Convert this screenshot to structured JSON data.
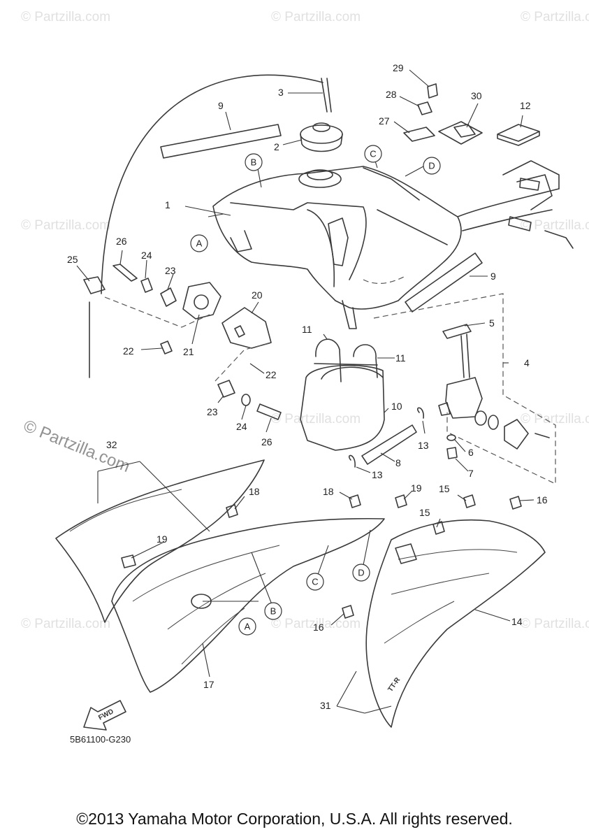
{
  "watermark": "© Partzilla.com",
  "diagram_code": "5B61100-G230",
  "fwd_label": "FWD",
  "copyright": "©2013 Yamaha Motor Corporation, U.S.A. All rights reserved.",
  "callouts": {
    "n1": "1",
    "n2": "2",
    "n3": "3",
    "n4": "4",
    "n5": "5",
    "n6": "6",
    "n7": "7",
    "n8": "8",
    "n9a": "9",
    "n9b": "9",
    "n10": "10",
    "n11a": "11",
    "n11b": "11",
    "n12": "12",
    "n13a": "13",
    "n13b": "13",
    "n14": "14",
    "n15a": "15",
    "n15b": "15",
    "n16a": "16",
    "n16b": "16",
    "n17": "17",
    "n18a": "18",
    "n18b": "18",
    "n19a": "19",
    "n19b": "19",
    "n20": "20",
    "n21": "21",
    "n22a": "22",
    "n22b": "22",
    "n23a": "23",
    "n23b": "23",
    "n24a": "24",
    "n24b": "24",
    "n25": "25",
    "n26a": "26",
    "n26b": "26",
    "n27": "27",
    "n28": "28",
    "n29": "29",
    "n30": "30",
    "n31": "31",
    "n32": "32"
  },
  "refs": {
    "a1": "A",
    "a2": "A",
    "b1": "B",
    "b2": "B",
    "c1": "C",
    "c2": "C",
    "d1": "D",
    "d2": "D"
  }
}
